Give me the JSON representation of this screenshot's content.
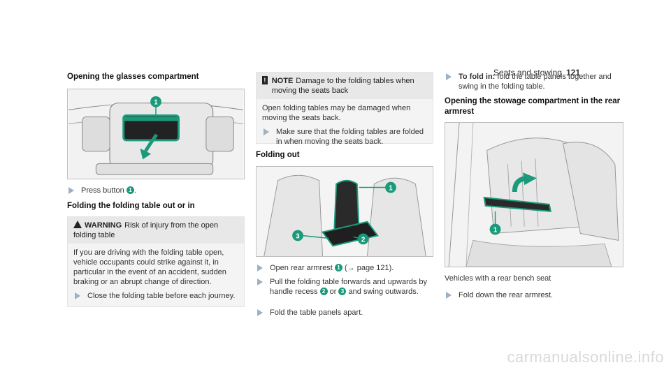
{
  "header": {
    "section": "Seats and stowing",
    "page_number": "121"
  },
  "col1": {
    "heading1": "Opening the glasses compartment",
    "step1": "Press button",
    "step1_ref": "1",
    "heading2": "Folding the folding table out or in",
    "warning_title": "WARNING",
    "warning_text": "Risk of injury from the open folding table",
    "warning_body": "If you are driving with the folding table open, vehicle occupants could strike against it, in particular in the event of an accident, sudden braking or an abrupt change of direction.",
    "warning_step": "Close the folding table before each journey."
  },
  "col2": {
    "note_title": "NOTE",
    "note_text": "Damage to the folding tables when moving the seats back",
    "note_body": "Open folding tables may be damaged when moving the seats back.",
    "note_step": "Make sure that the folding tables are folded in when moving the seats back.",
    "heading": "Folding out",
    "step1a": "Open rear armrest",
    "step1b": "(→ page 121).",
    "step2a": "Pull the folding table forwards and upwards by handle recess",
    "step2b": "or",
    "step2c": "and swing outwards.",
    "step3": "Fold the table panels apart.",
    "callouts": [
      "1",
      "2",
      "3"
    ]
  },
  "col3": {
    "step1_label": "To fold in:",
    "step1_text": "fold the table panels together and swing in the folding table.",
    "heading": "Opening the stowage compartment in the rear armrest",
    "caption": "Vehicles with a rear bench seat",
    "step2": "Fold down the rear armrest.",
    "callout": "1"
  },
  "watermark": "carmanualsonline.info",
  "colors": {
    "accent": "#1a9a7a",
    "bullet": "#9fb0c0"
  }
}
